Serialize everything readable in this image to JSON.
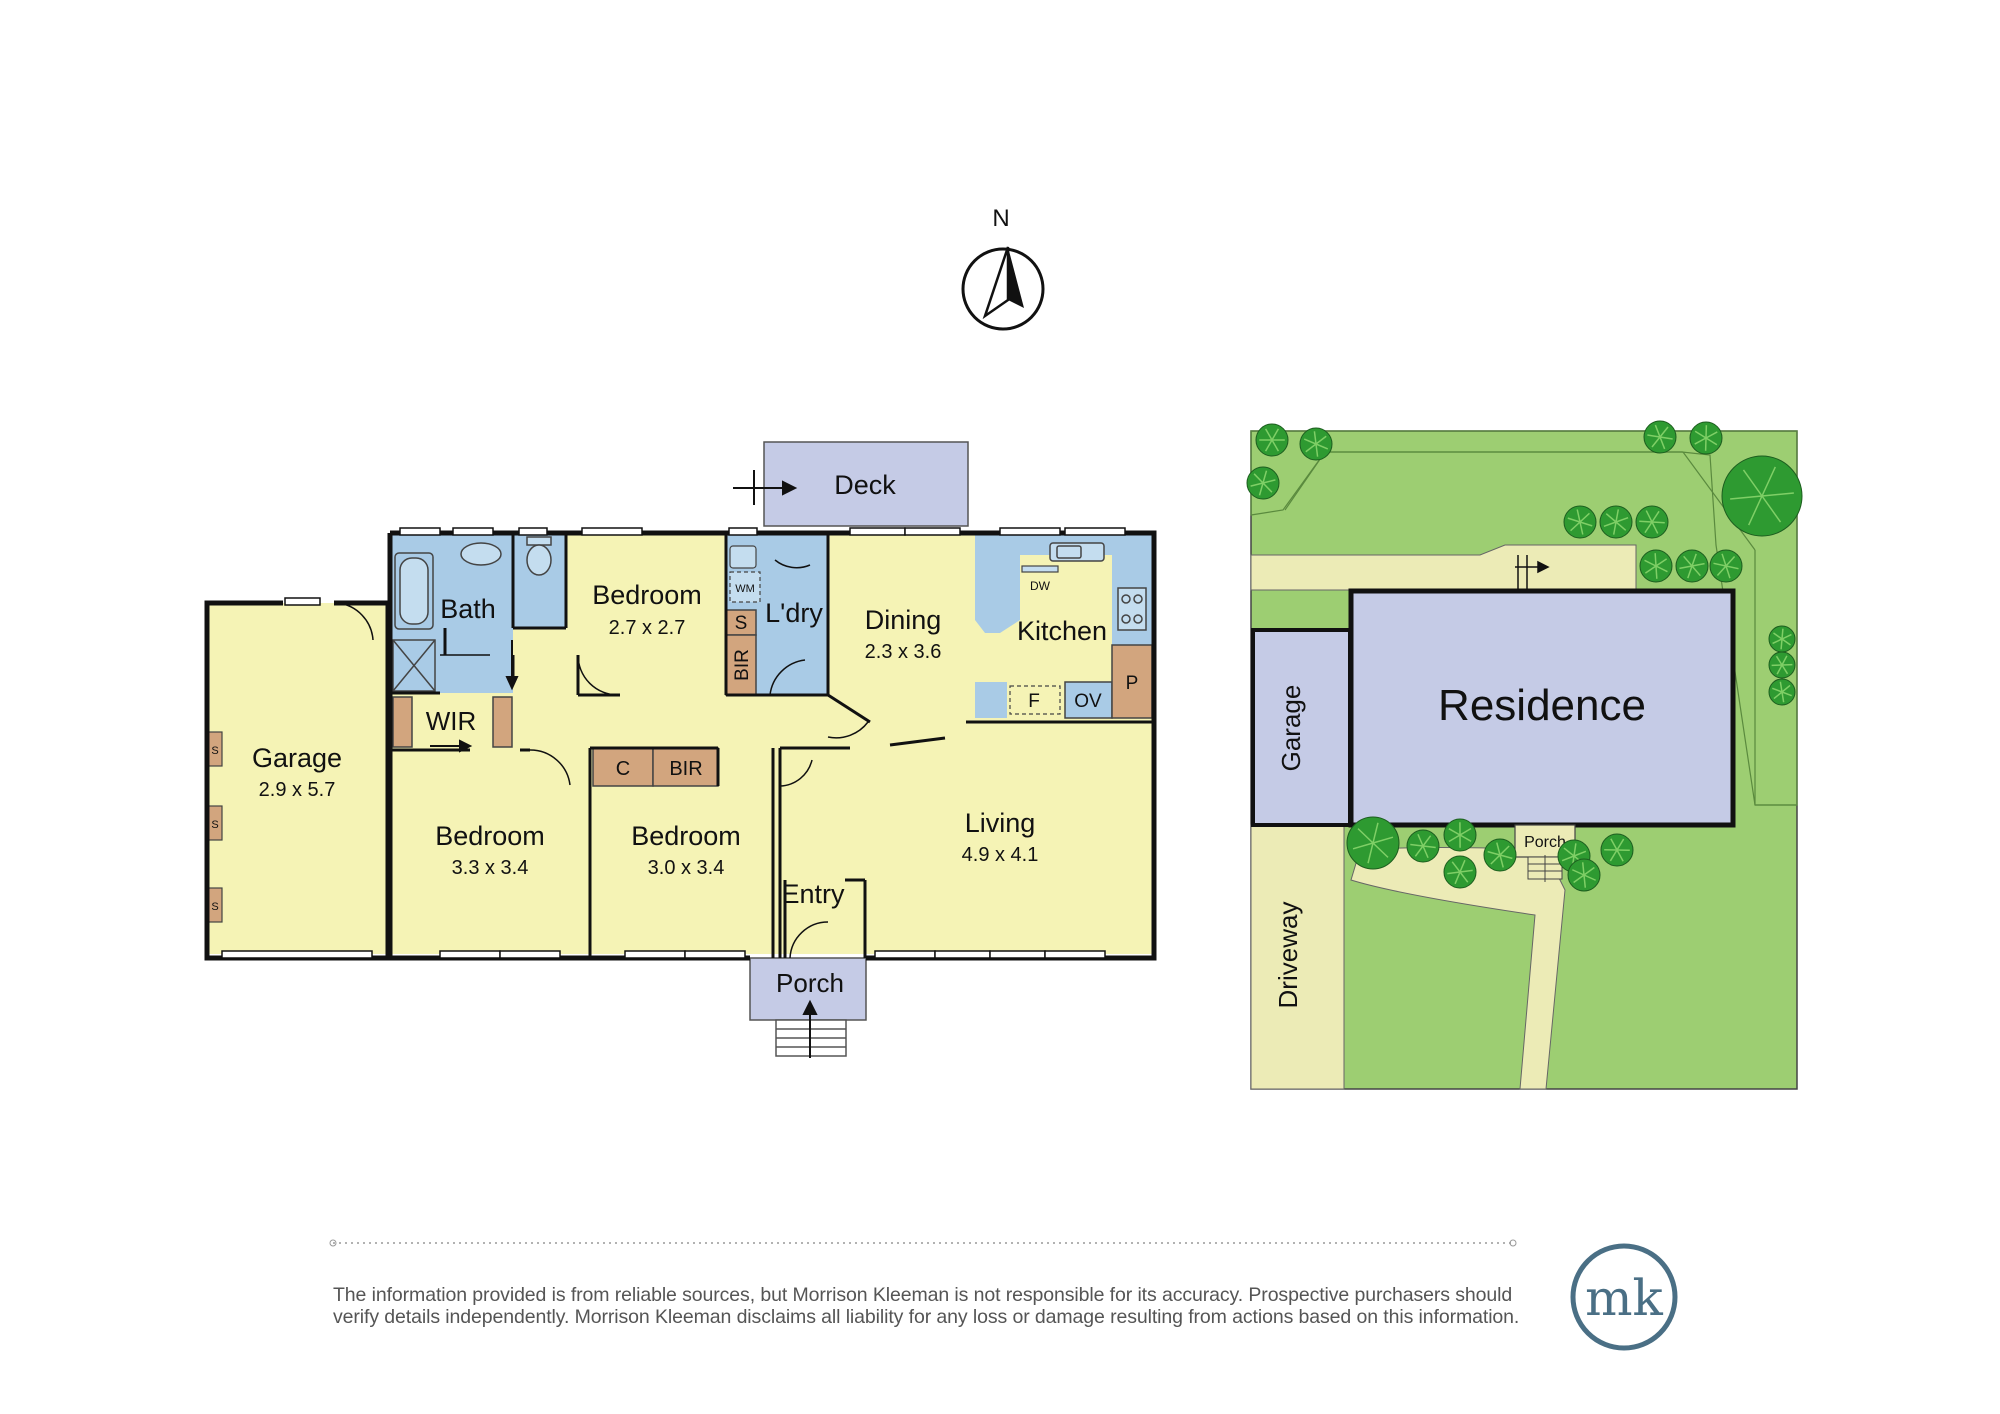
{
  "compass": {
    "label": "N"
  },
  "floorplan": {
    "rooms": {
      "deck": {
        "name": "Deck"
      },
      "bath": {
        "name": "Bath"
      },
      "bedroom_small": {
        "name": "Bedroom",
        "size": "2.7 x 2.7"
      },
      "laundry": {
        "name": "L'dry",
        "wm": "WM",
        "s": "S",
        "bir": "BIR"
      },
      "dining": {
        "name": "Dining",
        "size": "2.3 x 3.6"
      },
      "kitchen": {
        "name": "Kitchen",
        "dw": "DW",
        "f": "F",
        "ov": "OV",
        "p": "P"
      },
      "garage": {
        "name": "Garage",
        "size": "2.9 x 5.7",
        "s": "S"
      },
      "wir": {
        "name": "WIR"
      },
      "bedroom_left": {
        "name": "Bedroom",
        "size": "3.3 x 3.4"
      },
      "bedroom_mid": {
        "name": "Bedroom",
        "size": "3.0 x 3.4",
        "c": "C",
        "bir": "BIR"
      },
      "living": {
        "name": "Living",
        "size": "4.9 x 4.1"
      },
      "entry": {
        "name": "Entry"
      },
      "porch": {
        "name": "Porch"
      }
    }
  },
  "siteplan": {
    "residence": "Residence",
    "garage": "Garage",
    "porch": "Porch",
    "driveway": "Driveway"
  },
  "colors": {
    "wet": "#a9cbe6",
    "living": "#f5f3b5",
    "outdoor": "#c5cbe6",
    "joinery": "#d2a57e",
    "lawn": "#9dce72",
    "path": "#ecebb6",
    "tree": "#2e9a31"
  },
  "footer": {
    "disclaimer_line1": "The information provided is from reliable sources, but Morrison Kleeman is not responsible for its accuracy. Prospective purchasers should",
    "disclaimer_line2": "verify details independently. Morrison Kleeman disclaims all liability for any loss or damage resulting from actions based on this information.",
    "logo": "mk"
  }
}
